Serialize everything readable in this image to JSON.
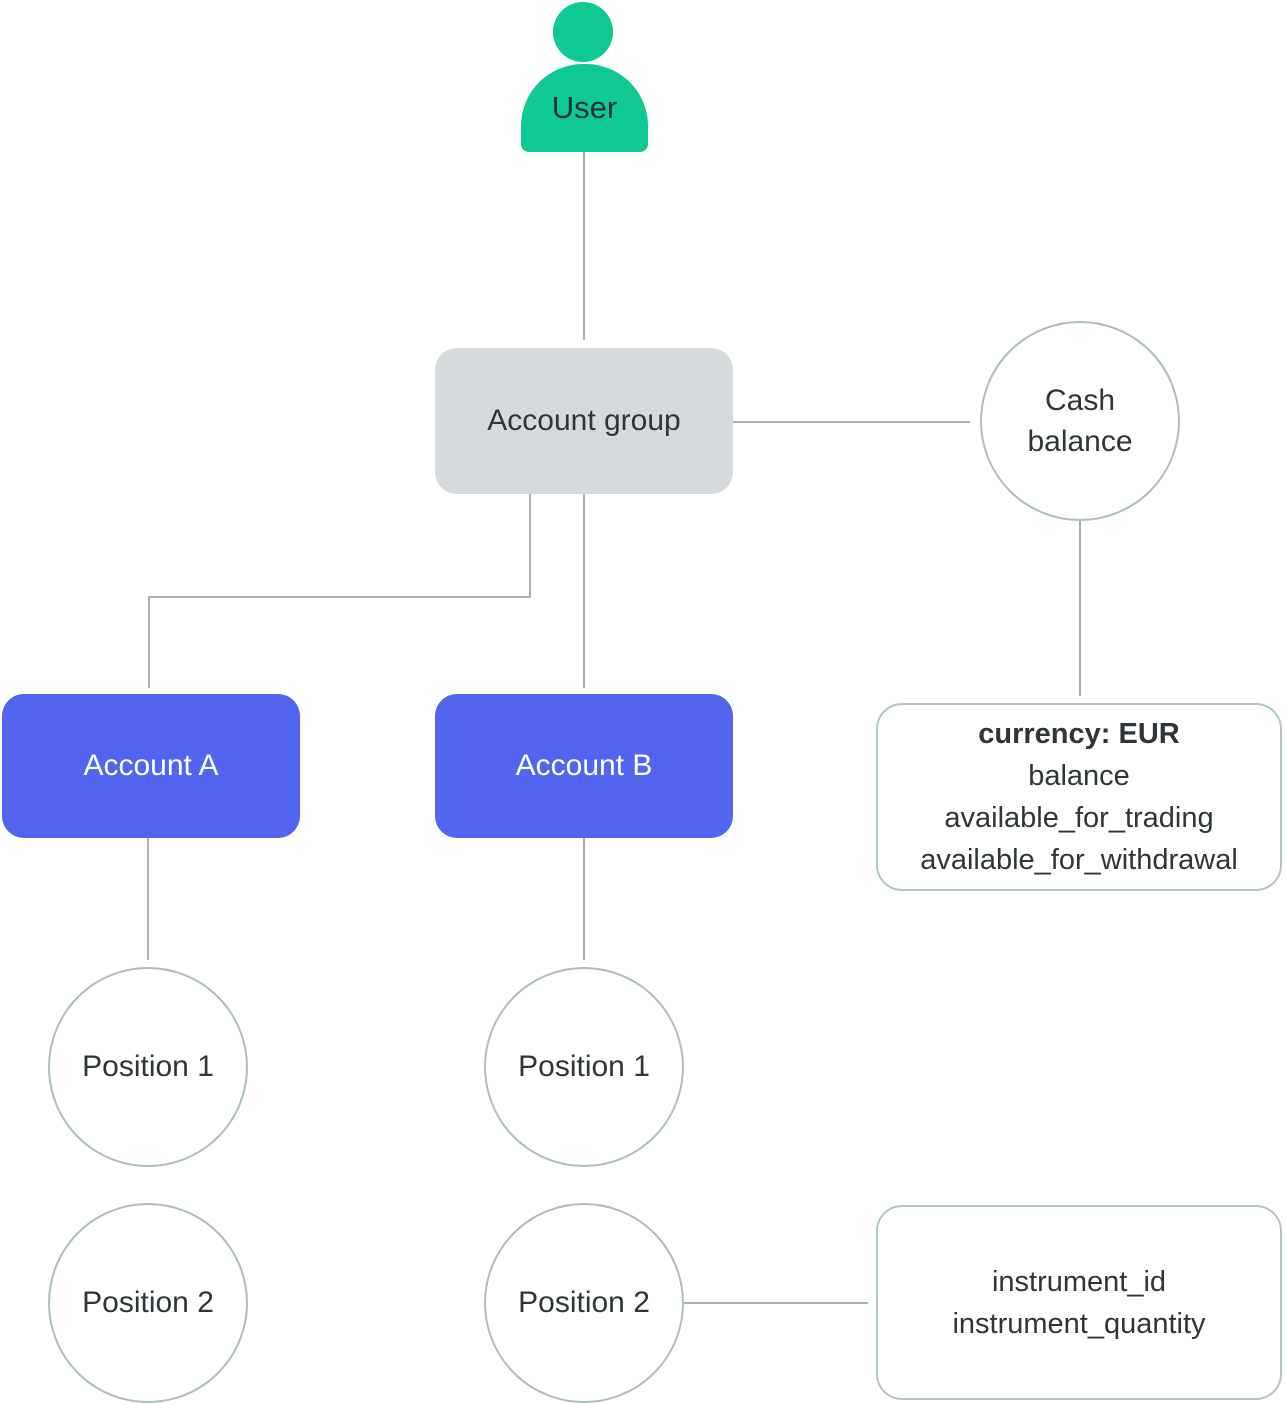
{
  "colors": {
    "user_green": "#10C992",
    "account_blue": "#5165EE",
    "group_gray": "#D5DBDC",
    "connector": "#A5B2B6",
    "circle_border": "#ACBEC2",
    "detail_border": "#B1C5C9",
    "text_dark": "#2F3639",
    "text_on_blue": "#FFFFFF"
  },
  "nodes": {
    "user": {
      "label": "User"
    },
    "account_group": {
      "label": "Account group"
    },
    "cash_balance": {
      "label": "Cash balance"
    },
    "account_a": {
      "label": "Account A"
    },
    "account_b": {
      "label": "Account B"
    },
    "cash_details": {
      "lines": [
        "currency: EUR",
        "balance",
        "available_for_trading",
        "available_for_withdrawal"
      ]
    },
    "account_a_positions": [
      {
        "label": "Position 1"
      },
      {
        "label": "Position 2"
      }
    ],
    "account_b_positions": [
      {
        "label": "Position 1"
      },
      {
        "label": "Position 2"
      }
    ],
    "instrument_details": {
      "lines": [
        "instrument_id",
        "instrument_quantity"
      ]
    }
  },
  "edges": [
    {
      "from": "user",
      "to": "account-group"
    },
    {
      "from": "account-group",
      "to": "cash-balance"
    },
    {
      "from": "account-group",
      "to": "account-a"
    },
    {
      "from": "account-group",
      "to": "account-b"
    },
    {
      "from": "cash-balance",
      "to": "cash-balance-details"
    },
    {
      "from": "account-a",
      "to": "account-a-position-1"
    },
    {
      "from": "account-b",
      "to": "account-b-position-1"
    },
    {
      "from": "account-b-position-2",
      "to": "instrument-details"
    }
  ]
}
